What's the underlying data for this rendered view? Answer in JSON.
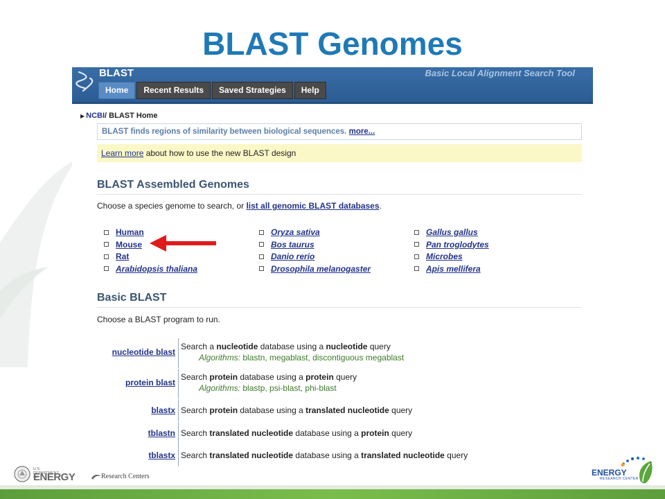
{
  "slide": {
    "title": "BLAST Genomes"
  },
  "header": {
    "app_name": "BLAST",
    "tagline": "Basic Local Alignment Search Tool",
    "tabs": [
      {
        "label": "Home",
        "active": true
      },
      {
        "label": "Recent Results",
        "active": false
      },
      {
        "label": "Saved Strategies",
        "active": false
      },
      {
        "label": "Help",
        "active": false
      }
    ]
  },
  "breadcrumb": {
    "ncbi": "NCBI",
    "separator": "/",
    "current": " BLAST Home"
  },
  "info": {
    "text": "BLAST finds regions of similarity between biological sequences.",
    "more_link": "more..."
  },
  "learn": {
    "link": "Learn more",
    "text": " about how to use the new BLAST design"
  },
  "genomes": {
    "heading": "BLAST Assembled Genomes",
    "intro": "Choose a species genome to search, or ",
    "intro_link": "list all genomic BLAST databases",
    "intro_end": ".",
    "columns": [
      [
        {
          "label": "Human",
          "italic": false
        },
        {
          "label": "Mouse",
          "italic": false
        },
        {
          "label": "Rat",
          "italic": false
        },
        {
          "label": "Arabidopsis thaliana",
          "italic": true
        }
      ],
      [
        {
          "label": "Oryza sativa",
          "italic": true
        },
        {
          "label": "Bos taurus",
          "italic": true
        },
        {
          "label": "Danio rerio",
          "italic": true
        },
        {
          "label": "Drosophila melanogaster",
          "italic": true
        }
      ],
      [
        {
          "label": "Gallus gallus",
          "italic": true
        },
        {
          "label": "Pan troglodytes",
          "italic": true
        },
        {
          "label": "Microbes",
          "italic": true
        },
        {
          "label": "Apis mellifera",
          "italic": true
        }
      ]
    ]
  },
  "basic": {
    "heading": "Basic BLAST",
    "intro": "Choose a BLAST program to run.",
    "programs": [
      {
        "name": "nucleotide blast",
        "desc": [
          [
            "Search a ",
            false
          ],
          [
            "nucleotide",
            true
          ],
          [
            " database using a ",
            false
          ],
          [
            "nucleotide",
            true
          ],
          [
            " query",
            false
          ]
        ],
        "algo_label": "Algorithms:",
        "algo": " blastn, megablast, discontiguous megablast"
      },
      {
        "name": "protein blast",
        "desc": [
          [
            "Search ",
            false
          ],
          [
            "protein",
            true
          ],
          [
            " database using a ",
            false
          ],
          [
            "protein",
            true
          ],
          [
            " query",
            false
          ]
        ],
        "algo_label": "Algorithms:",
        "algo": " blastp, psi-blast, phi-blast"
      },
      {
        "name": "blastx",
        "desc": [
          [
            "Search ",
            false
          ],
          [
            "protein",
            true
          ],
          [
            " database using a ",
            false
          ],
          [
            "translated nucleotide",
            true
          ],
          [
            " query",
            false
          ]
        ]
      },
      {
        "name": "tblastn",
        "desc": [
          [
            "Search ",
            false
          ],
          [
            "translated nucleotide",
            true
          ],
          [
            " database using a ",
            false
          ],
          [
            "protein",
            true
          ],
          [
            " query",
            false
          ]
        ]
      },
      {
        "name": "tblastx",
        "desc": [
          [
            "Search ",
            false
          ],
          [
            "translated nucleotide",
            true
          ],
          [
            " database using a ",
            false
          ],
          [
            "translated nucleotide",
            true
          ],
          [
            " query",
            false
          ]
        ]
      }
    ]
  },
  "footer": {
    "doe_small": "U.S. DEPARTMENT OF",
    "doe_big": "ENERGY",
    "research_centers": "Research Centers",
    "erc_energy": "ENERGY",
    "erc_sub": "RESEARCH CENTER"
  },
  "colors": {
    "title": "#1f79b6",
    "header_blue": "#2c5c94",
    "active_tab": "#5a8cc4",
    "link": "#22338a",
    "annotation_arrow": "#e01b1b",
    "algo_green": "#3c7a2a",
    "footer_green": "#6fae45"
  },
  "icons": {
    "blast_logo": "dna-helix-icon",
    "breadcrumb_arrow": "triangle-right-icon",
    "bullet": "square-bullet-icon",
    "annotation": "red-arrow-left-icon",
    "erc_leaf": "green-leaf-icon"
  }
}
